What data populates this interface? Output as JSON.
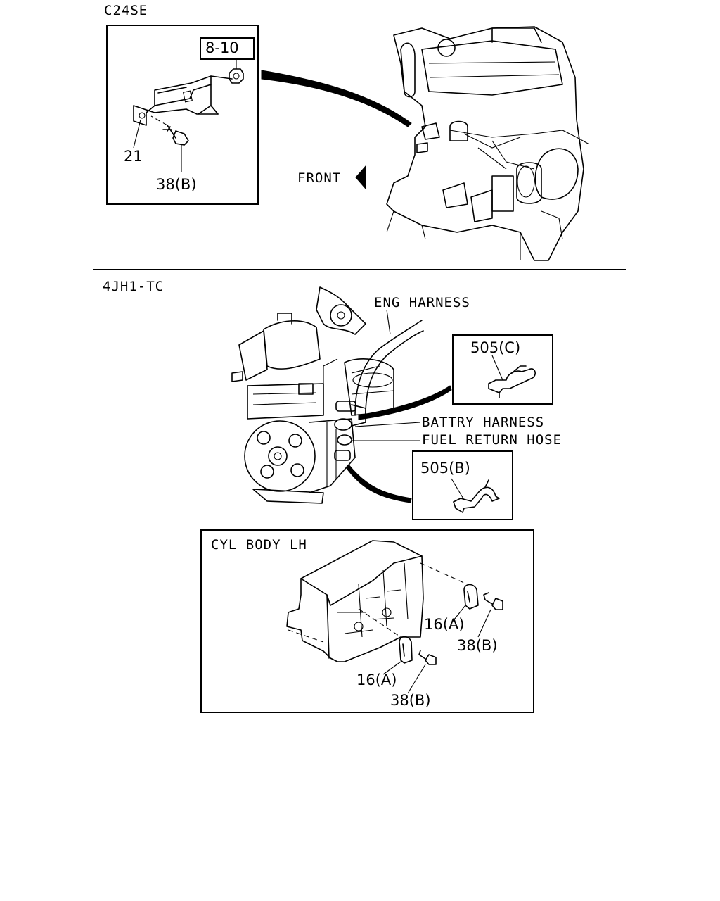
{
  "sections": {
    "top": {
      "model": "C24SE",
      "part_ref": "8-10",
      "callouts": {
        "bracket": "21",
        "bolt": "38(B)"
      },
      "direction": "FRONT"
    },
    "bottom": {
      "model": "4JH1-TC",
      "harness_labels": {
        "eng": "ENG HARNESS",
        "battery": "BATTRY HARNESS",
        "fuel": "FUEL RETURN HOSE"
      },
      "clip_c": "505(C)",
      "clip_b": "505(B)",
      "cyl_body": {
        "title": "CYL BODY LH",
        "upper_clip": "16(A)",
        "upper_bolt": "38(B)",
        "lower_clip": "16(A)",
        "lower_bolt": "38(B)"
      }
    }
  }
}
